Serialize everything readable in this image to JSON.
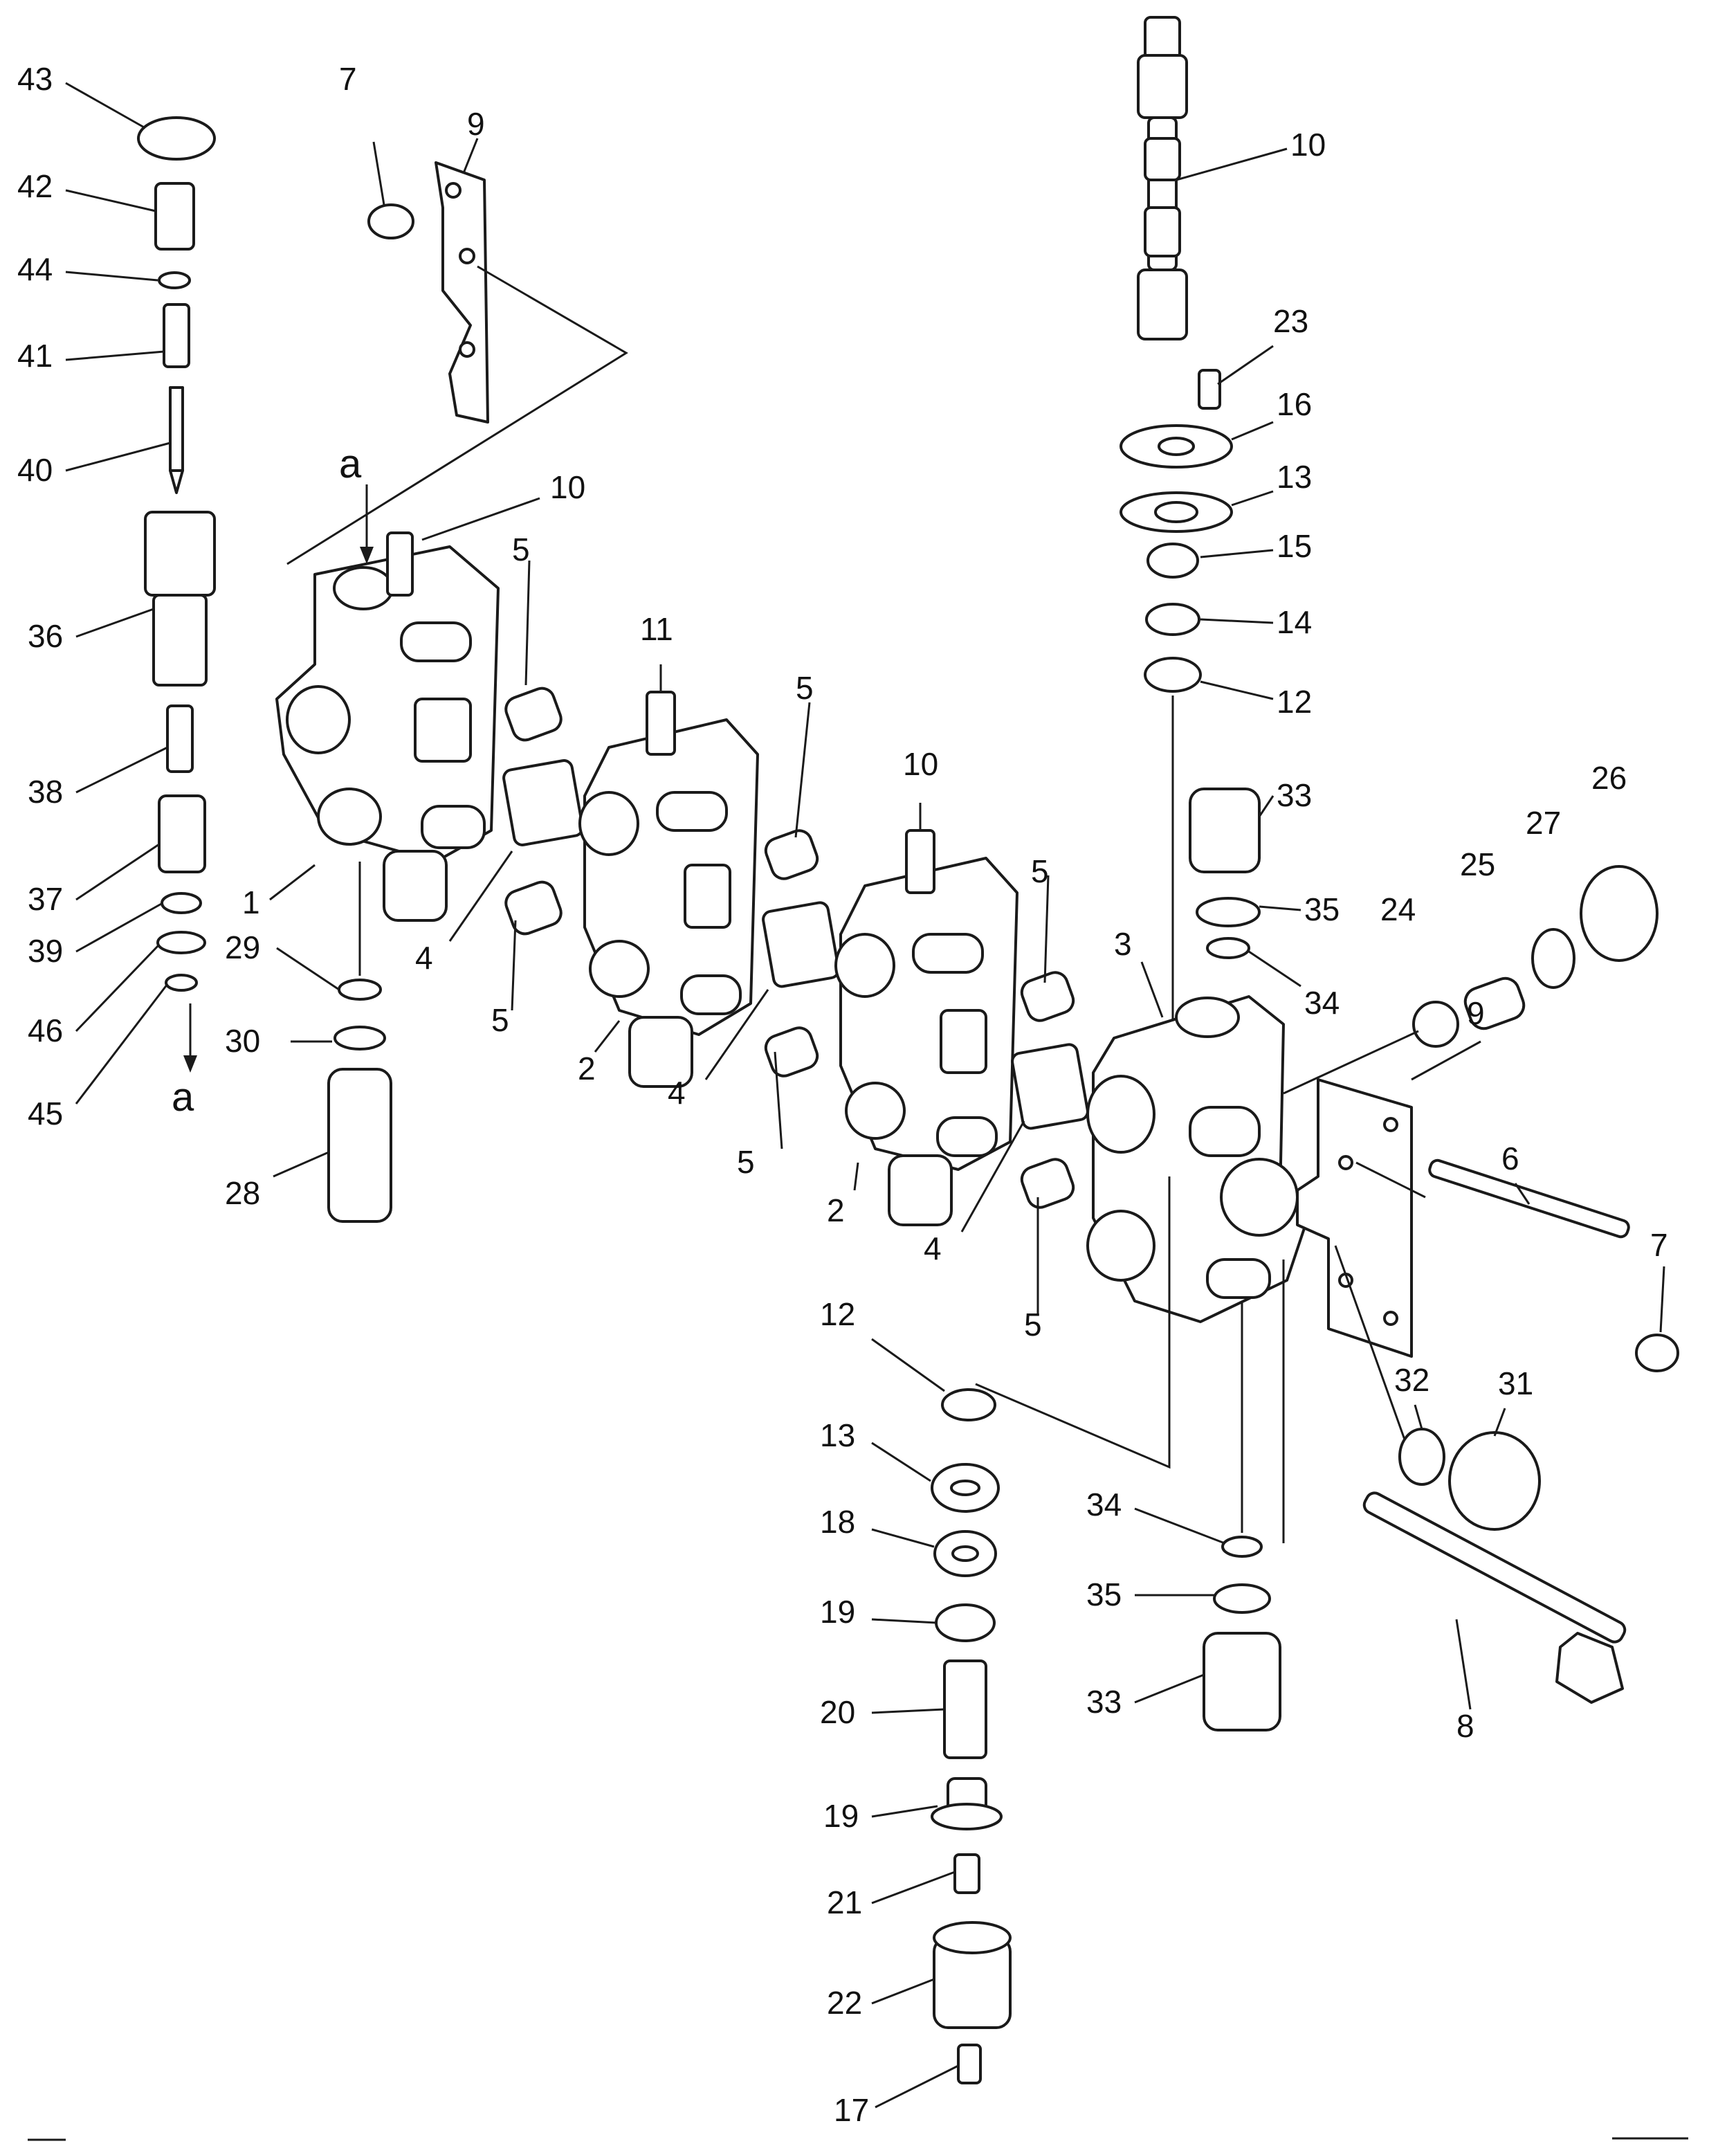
{
  "diagram": {
    "callouts": {
      "c43": "43",
      "c42": "42",
      "c44": "44",
      "c41": "41",
      "c40": "40",
      "c36": "36",
      "c38": "38",
      "c37": "37",
      "c39": "39",
      "c46": "46",
      "c45": "45",
      "c7a": "7",
      "c9a": "9",
      "c10a": "10",
      "c10b": "10",
      "c10c": "10",
      "c11": "11",
      "c5a": "5",
      "c5b": "5",
      "c5c": "5",
      "c5d": "5",
      "c5e": "5",
      "c5f": "5",
      "c4a": "4",
      "c4b": "4",
      "c4c": "4",
      "c1": "1",
      "c2a": "2",
      "c2b": "2",
      "c29": "29",
      "c30": "30",
      "c28": "28",
      "c23": "23",
      "c16": "16",
      "c13a": "13",
      "c15": "15",
      "c14": "14",
      "c12a": "12",
      "c33a": "33",
      "c35a": "35",
      "c34a": "34",
      "c24": "24",
      "c25": "25",
      "c27": "27",
      "c26": "26",
      "c3": "3",
      "c9b": "9",
      "c6": "6",
      "c7b": "7",
      "c32": "32",
      "c31": "31",
      "c12b": "12",
      "c13b": "13",
      "c18": "18",
      "c19a": "19",
      "c20": "20",
      "c19b": "19",
      "c21": "21",
      "c22": "22",
      "c17": "17",
      "c34b": "34",
      "c35b": "35",
      "c33b": "33",
      "c8": "8"
    },
    "markers": {
      "a_top": "a",
      "a_left": "a"
    }
  }
}
